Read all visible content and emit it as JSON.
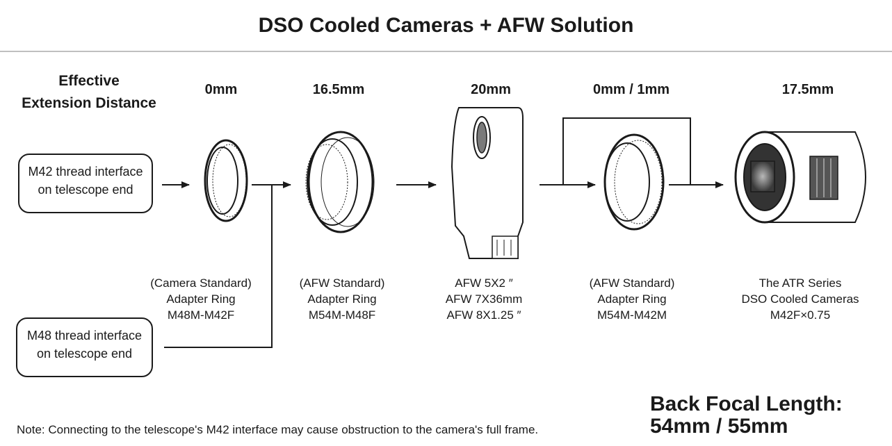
{
  "title": "DSO Cooled Cameras + AFW Solution",
  "effective_label": [
    "Effective",
    "Extension Distance"
  ],
  "distances": [
    "0mm",
    "16.5mm",
    "20mm",
    "0mm / 1mm",
    "17.5mm"
  ],
  "interfaces": {
    "m42": [
      "M42 thread interface",
      "on telescope end"
    ],
    "m48": [
      "M48 thread interface",
      "on telescope end"
    ]
  },
  "components": [
    {
      "lines": [
        "(Camera Standard)",
        "Adapter Ring",
        "M48M-M42F"
      ],
      "icon": "adapter-ring-icon"
    },
    {
      "lines": [
        "(AFW Standard)",
        "Adapter Ring",
        "M54M-M48F"
      ],
      "icon": "adapter-ring-icon"
    },
    {
      "lines": [
        "AFW 5X2 ″",
        "AFW 7X36mm",
        "AFW 8X1.25 ″"
      ],
      "icon": "filter-wheel-icon"
    },
    {
      "lines": [
        "(AFW Standard)",
        "Adapter Ring",
        "M54M-M42M"
      ],
      "icon": "adapter-ring-icon"
    },
    {
      "lines": [
        "The ATR Series",
        "DSO Cooled Cameras",
        "M42F×0.75"
      ],
      "icon": "cooled-camera-icon"
    }
  ],
  "note": "Note: Connecting to the telescope's M42 interface may cause obstruction to the camera's full frame.",
  "back_focal_length": [
    "Back Focal Length:",
    "54mm / 55mm"
  ],
  "colors": {
    "text": "#1a1a1a",
    "rule": "#bfbfbf"
  }
}
